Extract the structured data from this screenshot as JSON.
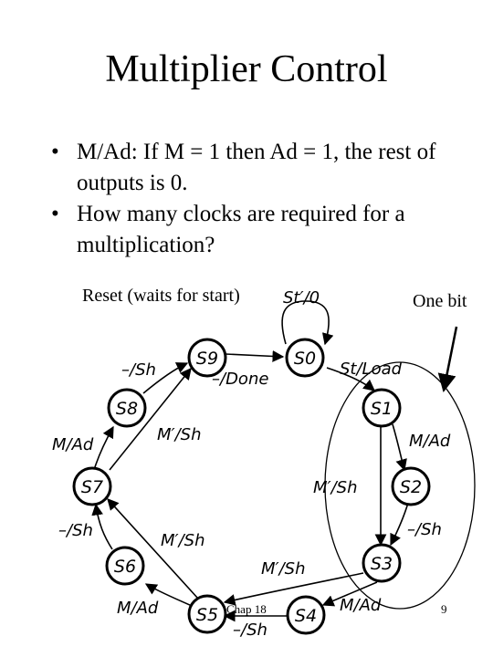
{
  "title": "Multiplier Control",
  "bullets": [
    "M/Ad: If M = 1 then Ad = 1, the rest of outputs  is 0.",
    "How many clocks are required for a multiplication?"
  ],
  "bullet_marker": "•",
  "annotations": {
    "reset": "Reset (waits for start)",
    "one_bit": "One bit"
  },
  "states": [
    "S0",
    "S1",
    "S2",
    "S3",
    "S4",
    "S5",
    "S6",
    "S7",
    "S8",
    "S9"
  ],
  "transitions": {
    "s0_self": "St′/0",
    "s0_s1": "St/Load",
    "s1_s2": "M/Ad",
    "s1_s3": "M′/Sh",
    "s2_s3": "–/Sh",
    "s3_s4": "M/Ad",
    "s3_s5": "M′/Sh",
    "s4_s5": "–/Sh",
    "s5_s6": "M/Ad",
    "s5_s7": "M′/Sh",
    "s6_s7": "–/Sh",
    "s7_s8": "M/Ad",
    "s7_s9": "M′/Sh",
    "s8_s9": "–/Sh",
    "s9_s0": "–/Done"
  },
  "footer": {
    "left": "Chap 18",
    "right": "9"
  }
}
